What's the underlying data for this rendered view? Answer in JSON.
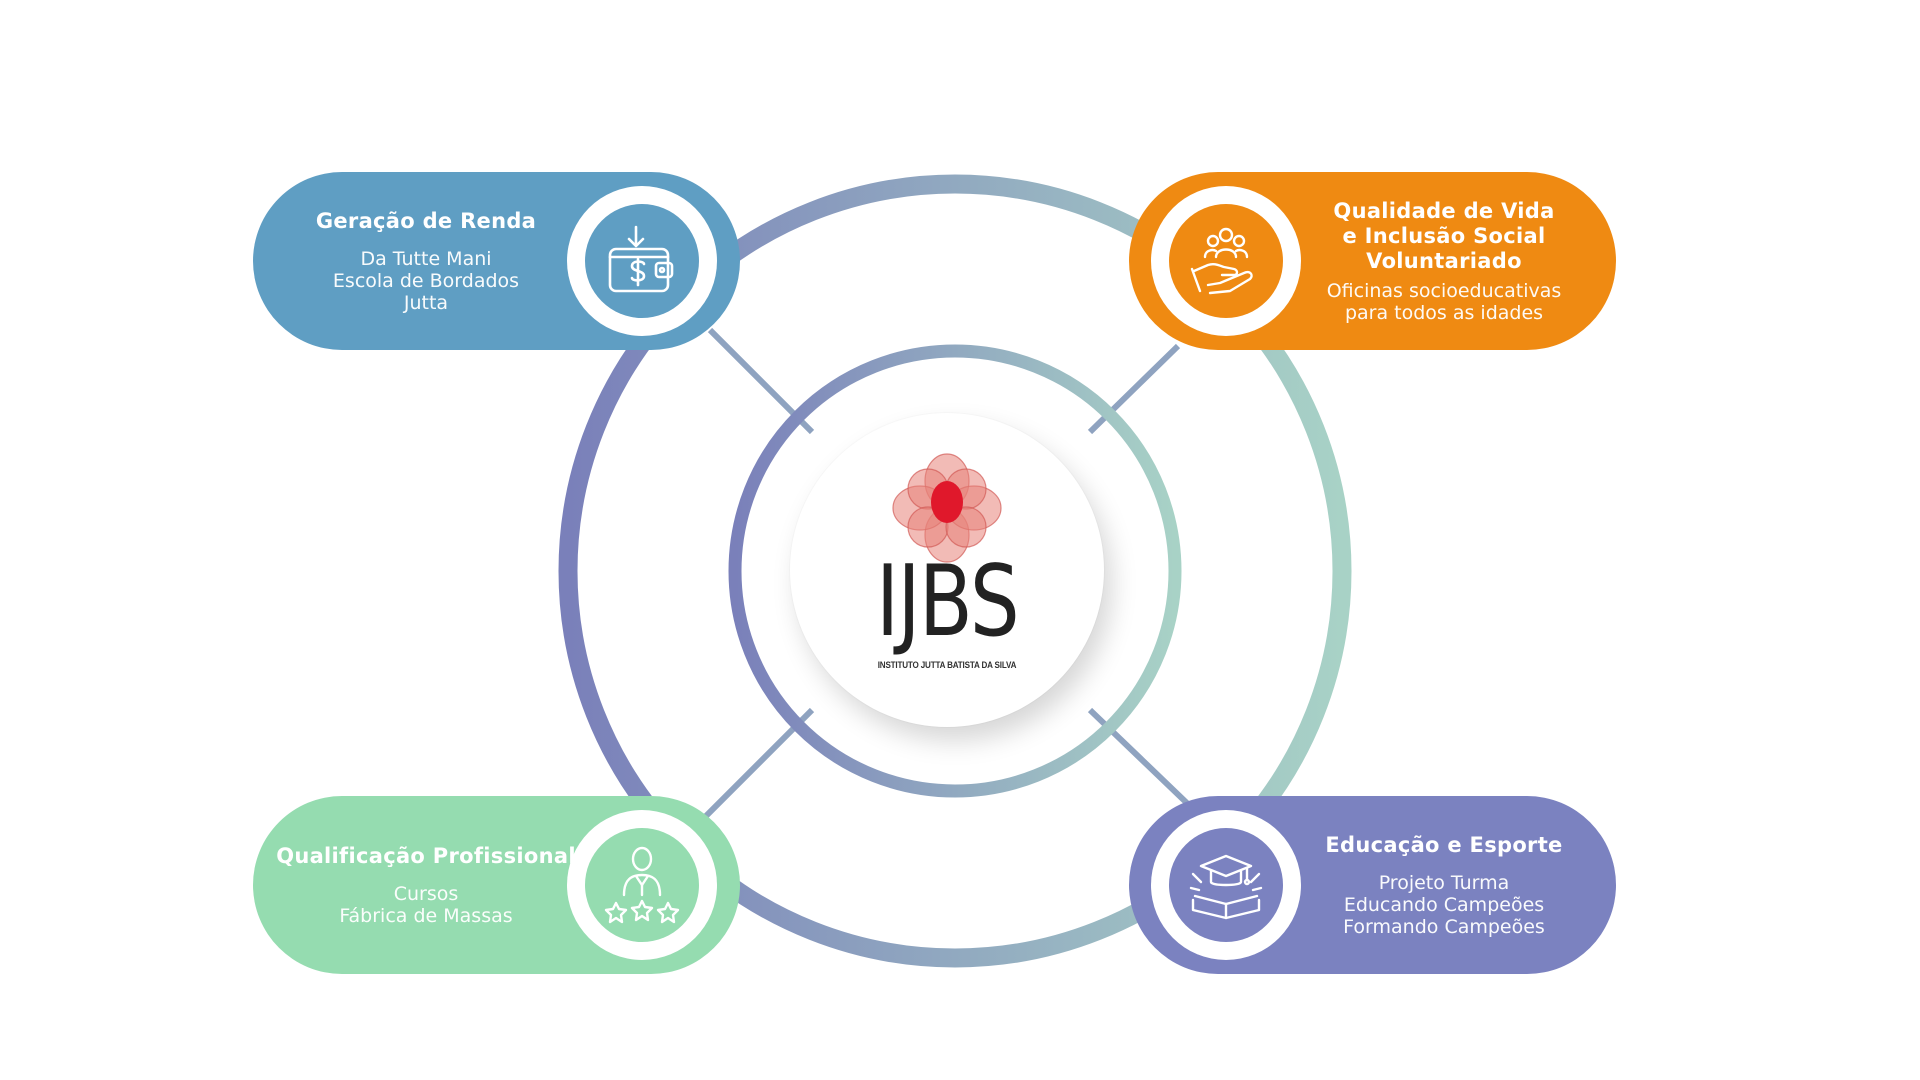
{
  "center": {
    "wordmark": "IJBS",
    "tagline": "INSTITUTO JUTTA BATISTA DA SILVA"
  },
  "nodes": {
    "renda": {
      "title": [
        "Geração de Renda"
      ],
      "subtitle": [
        "Da Tutte Mani",
        "Escola de Bordados",
        "Jutta"
      ],
      "color": "#5f9ec3",
      "icon": "wallet-dollar-icon"
    },
    "vida": {
      "title": [
        "Qualidade de Vida",
        "e Inclusão Social",
        "Voluntariado"
      ],
      "subtitle": [
        "Oficinas socioeducativas",
        "para todos as idades"
      ],
      "color": "#ef8a12",
      "icon": "hand-people-icon"
    },
    "qualif": {
      "title": [
        "Qualificação Profissional"
      ],
      "subtitle": [
        "Cursos",
        "Fábrica de Massas"
      ],
      "color": "#95dcb0",
      "icon": "person-stars-icon"
    },
    "educ": {
      "title": [
        "Educação e Esporte"
      ],
      "subtitle": [
        "Projeto Turma",
        "Educando Campeões",
        "Formando Campeões"
      ],
      "color": "#7b82c0",
      "icon": "graduation-book-icon"
    }
  }
}
